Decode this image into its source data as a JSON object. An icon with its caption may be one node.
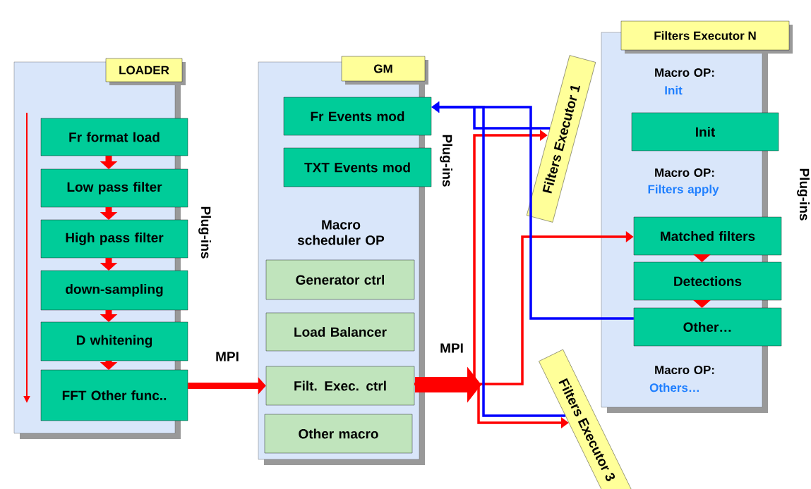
{
  "diagram": {
    "nodes": [
      {
        "text": [
          "LOADER"
        ]
      },
      {
        "text": [
          "Fr format load"
        ],
        "in": 0
      },
      {
        "text": [
          "Low pass filter"
        ],
        "in": 0
      },
      {
        "text": [
          "High pass filter"
        ],
        "in": 0
      },
      {
        "text": [
          "down-sampling"
        ],
        "in": 0
      },
      {
        "text": [
          "D whitening"
        ],
        "in": 0
      },
      {
        "text": [
          "FFT Other func.."
        ],
        "in": 0
      },
      {
        "text": [
          "GM",
          "Macro scheduler OP"
        ]
      },
      {
        "text": [
          "Fr Events mod"
        ],
        "in": 7
      },
      {
        "text": [
          "TXT Events mod"
        ],
        "in": 7
      },
      {
        "text": [
          "Generator ctrl"
        ],
        "in": 7
      },
      {
        "text": [
          "Load Balancer"
        ],
        "in": 7
      },
      {
        "text": [
          "Filt. Exec. ctrl"
        ],
        "in": 7
      },
      {
        "text": [
          "Other macro"
        ],
        "in": 7
      },
      {
        "text": [
          "Filters Executor N",
          "Macro OP:",
          "Init",
          "Macro OP:",
          "Filters apply",
          "Macro OP:",
          "Others…"
        ]
      },
      {
        "text": [
          "Init"
        ],
        "in": 14
      },
      {
        "text": [
          "Matched filters"
        ],
        "in": 14
      },
      {
        "text": [
          "Detections"
        ],
        "in": 14
      },
      {
        "text": [
          "Other…"
        ],
        "in": 14
      },
      {
        "text": [
          "Filters Executor 1"
        ]
      },
      {
        "text": [
          "Filters Executor 3"
        ]
      }
    ],
    "edges": [
      {
        "from": 1,
        "to": 2,
        "arrow": "to",
        "style": "thick"
      },
      {
        "from": 2,
        "to": 3,
        "arrow": "to",
        "style": "thick"
      },
      {
        "from": 3,
        "to": 4,
        "arrow": "to",
        "style": "thick"
      },
      {
        "from": 4,
        "to": 5,
        "arrow": "to",
        "style": "thick"
      },
      {
        "from": 5,
        "to": 6,
        "arrow": "to",
        "style": "thick"
      },
      {
        "from": 16,
        "to": 17,
        "arrow": "to",
        "style": "thick"
      },
      {
        "from": 17,
        "to": 18,
        "arrow": "to",
        "style": "thick"
      },
      {
        "from": 6,
        "to": 12,
        "arrow": "to",
        "style": "thick",
        "label": "MPI"
      },
      {
        "from": 12,
        "to": 19,
        "arrow": "to"
      },
      {
        "from": 12,
        "to": 16,
        "arrow": "to",
        "label": "MPI"
      },
      {
        "from": 12,
        "to": 20,
        "arrow": "to"
      },
      {
        "from": 18,
        "to": 8,
        "arrow": "to",
        "color": "#0000ff"
      },
      {
        "from": 19,
        "to": 8,
        "arrow": "to",
        "color": "#0000ff"
      },
      {
        "from": 20,
        "to": 8,
        "arrow": "to",
        "color": "#0000ff"
      }
    ],
    "labels": [
      "Plug-ins",
      "Plug-ins",
      "Plug-ins"
    ]
  }
}
